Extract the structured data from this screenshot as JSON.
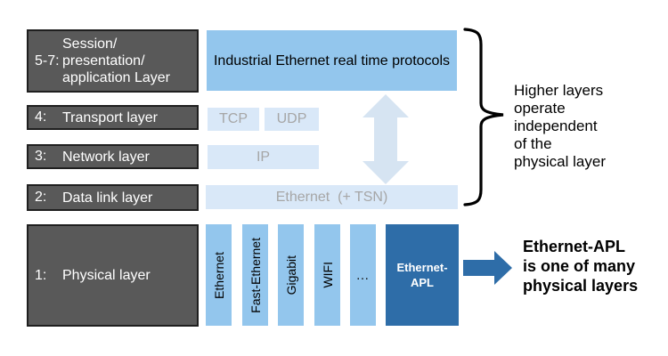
{
  "colors": {
    "layer_box_fill": "#595959",
    "layer_box_border": "#1f1f1f",
    "protocol_blue": "#93C6ED",
    "pale_blue": "#D9E8F8",
    "pale_arrow_blue": "#D6E4F2",
    "apl_dark_blue": "#2E6DA8",
    "muted_gray_text": "#A6A6A6"
  },
  "osi": {
    "l57": {
      "num": "5-7:",
      "label": "Session/\npresentation/\napplication Layer"
    },
    "l4": {
      "num": "4:",
      "label": "Transport layer"
    },
    "l3": {
      "num": "3:",
      "label": "Network layer"
    },
    "l2": {
      "num": "2:",
      "label": "Data link layer"
    },
    "l1": {
      "num": "1:",
      "label": "Physical layer"
    }
  },
  "stack": {
    "protocols": "Industrial Ethernet real time protocols",
    "tcp": "TCP",
    "udp": "UDP",
    "ip": "IP",
    "datalink": "Ethernet  (+ TSN)"
  },
  "physical": {
    "bars": [
      "Ethernet",
      "Fast-Ethernet",
      "Gigabit",
      "WIFI"
    ],
    "dots": "…",
    "apl": "Ethernet-APL"
  },
  "notes": {
    "higher_layers": "Higher layers\noperate\nindependent\nof the\nphysical layer",
    "apl": "Ethernet-APL\nis one of many\nphysical layers"
  }
}
